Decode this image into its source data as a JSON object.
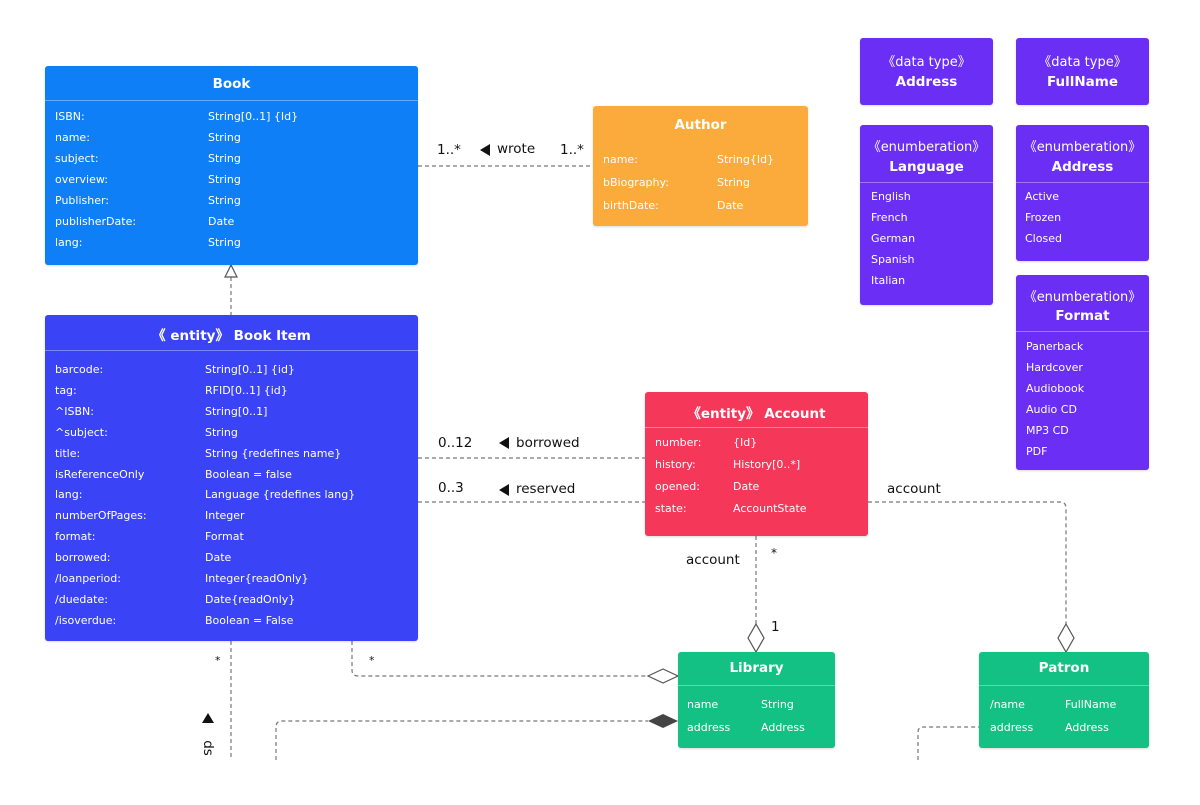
{
  "colors": {
    "book": "#0f7ff7",
    "book_item": "#3a44f6",
    "author": "#fbab3b",
    "enum": "#6a2ef5",
    "account": "#f5375a",
    "green": "#14c184"
  },
  "book": {
    "title": "Book",
    "attributes": [
      {
        "name": "ISBN:",
        "type": "String[0..1] {Id}"
      },
      {
        "name": "name:",
        "type": "String"
      },
      {
        "name": "subject:",
        "type": "String"
      },
      {
        "name": "overview:",
        "type": "String"
      },
      {
        "name": "Publisher:",
        "type": "String"
      },
      {
        "name": "publisherDate:",
        "type": "Date"
      },
      {
        "name": "lang:",
        "type": "String"
      }
    ]
  },
  "author": {
    "title": "Author",
    "attributes": [
      {
        "name": "name:",
        "type": "String{Id}"
      },
      {
        "name": "bBiography:",
        "type": "String"
      },
      {
        "name": "birthDate:",
        "type": "Date"
      }
    ]
  },
  "book_item": {
    "title": "《 entity》 Book Item",
    "attributes": [
      {
        "name": "barcode:",
        "type": "String[0..1] {id}"
      },
      {
        "name": "tag:",
        "type": "RFID[0..1] {id}"
      },
      {
        "name": "^ISBN:",
        "type": "String[0..1]"
      },
      {
        "name": "^subject:",
        "type": "String"
      },
      {
        "name": "title:",
        "type": "String {redefines name}"
      },
      {
        "name": "isReferenceOnly",
        "type": "Boolean = false"
      },
      {
        "name": "lang:",
        "type": "Language {redefines lang}"
      },
      {
        "name": "numberOfPages:",
        "type": "Integer"
      },
      {
        "name": "format:",
        "type": "Format"
      },
      {
        "name": "borrowed:",
        "type": "Date"
      },
      {
        "name": "/loanperiod:",
        "type": "Integer{readOnly}"
      },
      {
        "name": "/duedate:",
        "type": "Date{readOnly}"
      },
      {
        "name": "/isoverdue:",
        "type": "Boolean = False"
      }
    ]
  },
  "datatypes": [
    {
      "stereotype": "《data type》",
      "name": "Address"
    },
    {
      "stereotype": "《data type》",
      "name": "FullName"
    }
  ],
  "enums": [
    {
      "stereotype": "《enumberation》",
      "name": "Language",
      "items": [
        "English",
        "French",
        "German",
        "Spanish",
        "Italian"
      ]
    },
    {
      "stereotype": "《enumberation》",
      "name": "Address",
      "items": [
        "Active",
        "Frozen",
        "Closed"
      ]
    },
    {
      "stereotype": "《enumberation》",
      "name": "Format",
      "items": [
        "Panerback",
        "Hardcover",
        "Audiobook",
        "Audio CD",
        "MP3 CD",
        "PDF"
      ]
    }
  ],
  "account": {
    "title": "《entity》 Account",
    "attributes": [
      {
        "name": "number:",
        "type": "{Id}"
      },
      {
        "name": "history:",
        "type": "History[0..*]"
      },
      {
        "name": "opened:",
        "type": "Date"
      },
      {
        "name": "state:",
        "type": "AccountState"
      }
    ]
  },
  "library": {
    "title": "Library",
    "attributes": [
      {
        "name": "name",
        "type": "String"
      },
      {
        "name": "address",
        "type": "Address"
      }
    ]
  },
  "patron": {
    "title": "Patron",
    "attributes": [
      {
        "name": "/name",
        "type": "FullName"
      },
      {
        "name": "address",
        "type": "Address"
      }
    ]
  },
  "labels": {
    "wrote_left": "1..*",
    "wrote": "wrote",
    "wrote_right": "1..*",
    "borrowed_mult": "0..12",
    "borrowed": "borrowed",
    "reserved_mult": "0..3",
    "reserved": "reserved",
    "account_right": "account",
    "account_down": "account",
    "star_account": "*",
    "one_library": "1",
    "star_bookitem_left": "*",
    "star_bookitem_right": "*",
    "partial": "ds"
  }
}
